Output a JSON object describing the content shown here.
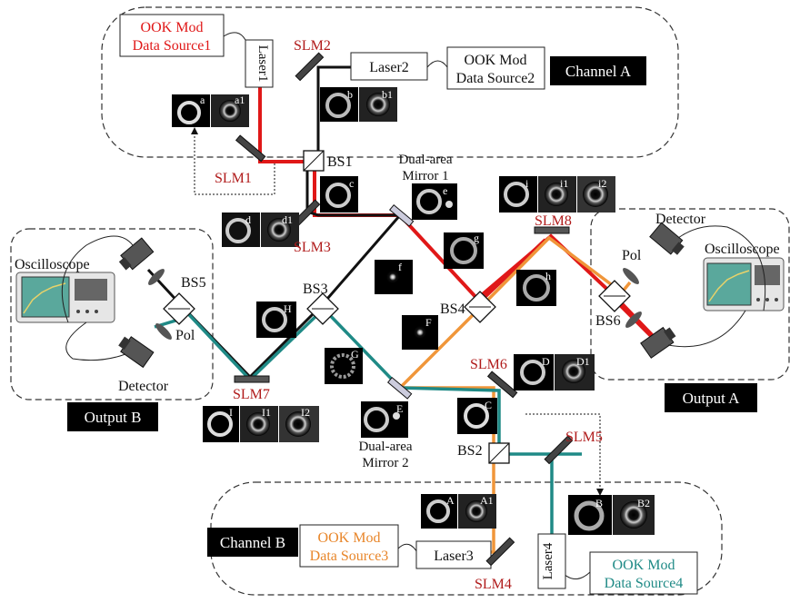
{
  "colors": {
    "red": "#e01818",
    "black": "#111111",
    "orange": "#f0963a",
    "teal": "#1f8a86",
    "red_label": "#b01a1a",
    "dash": "#333333",
    "tag_bg": "#000000",
    "tag_fg": "#ffffff"
  },
  "regions": {
    "channel_a": "Channel A",
    "channel_b": "Channel B",
    "output_a": "Output A",
    "output_b": "Output B"
  },
  "sources": {
    "src1": [
      "OOK Mod",
      "Data Source1"
    ],
    "src2": [
      "OOK Mod",
      "Data Source2"
    ],
    "src3": [
      "OOK Mod",
      "Data Source3"
    ],
    "src4": [
      "OOK Mod",
      "Data Source4"
    ]
  },
  "lasers": {
    "laser1": "Laser1",
    "laser2": "Laser2",
    "laser3": "Laser3",
    "laser4": "Laser4"
  },
  "slm": {
    "slm1": "SLM1",
    "slm2": "SLM2",
    "slm3": "SLM3",
    "slm4": "SLM4",
    "slm5": "SLM5",
    "slm6": "SLM6",
    "slm7": "SLM7",
    "slm8": "SLM8"
  },
  "bs": {
    "bs1": "BS1",
    "bs2": "BS2",
    "bs3": "BS3",
    "bs4": "BS4",
    "bs5": "BS5",
    "bs6": "BS6"
  },
  "mirrors": {
    "m1": [
      "Dual-area",
      "Mirror 1"
    ],
    "m2": [
      "Dual-area",
      "Mirror 2"
    ]
  },
  "devices": {
    "osc_a": "Oscilloscope",
    "osc_b": "Oscilloscope",
    "det_a": "Detector",
    "det_b": "Detector",
    "pol_a": "Pol",
    "pol_b": "Pol"
  },
  "insets": {
    "a": "a",
    "a1": "a1",
    "b": "b",
    "b1": "b1",
    "c": "c",
    "d": "d",
    "d1": "d1",
    "e": "e",
    "f": "f",
    "g": "g",
    "h": "h",
    "i": "i",
    "i1": "i1",
    "i2": "i2",
    "A": "A",
    "A1": "A1",
    "B": "B",
    "B2": "B2",
    "C": "C",
    "D": "D",
    "D1": "D1",
    "E": "E",
    "F": "F",
    "G": "G",
    "H": "H",
    "I": "I",
    "I1": "I1",
    "I2": "I2"
  }
}
